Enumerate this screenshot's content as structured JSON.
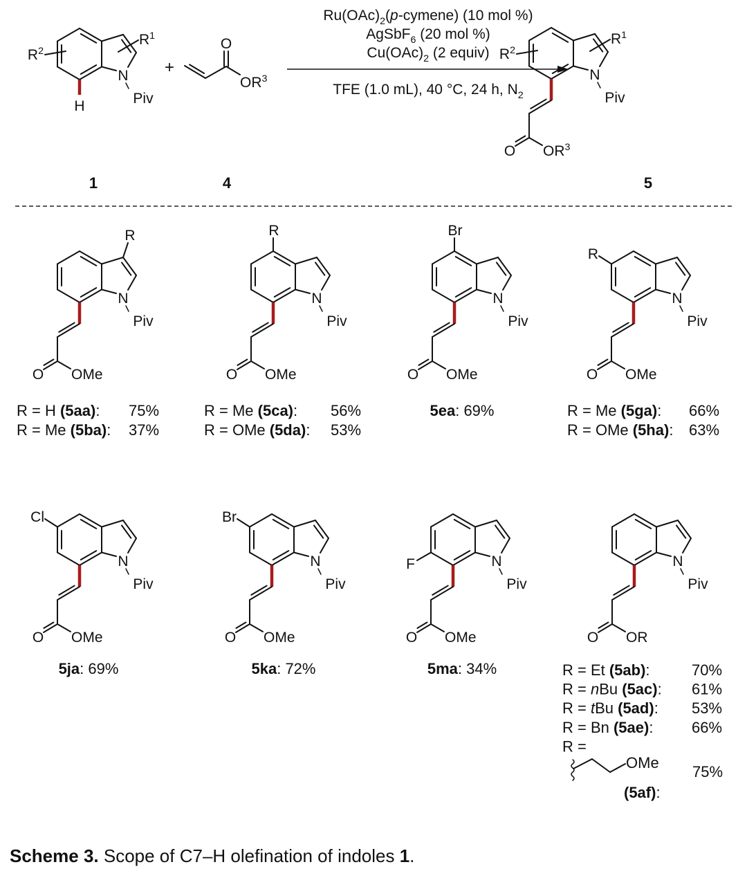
{
  "reaction": {
    "reactant1": {
      "label": "1",
      "r2": [
        [
          "R",
          ""
        ],
        [
          "2",
          "sup"
        ]
      ],
      "r1": [
        [
          "R",
          ""
        ],
        [
          "1",
          "sup"
        ]
      ],
      "h": "H",
      "n": "N",
      "piv": "Piv"
    },
    "plus": "+",
    "reactant4": {
      "label": "4",
      "o": "O",
      "or": [
        [
          "OR",
          ""
        ],
        [
          "3",
          "sup"
        ]
      ]
    },
    "conditions_above": [
      [
        [
          "Ru(OAc)",
          ""
        ],
        [
          "2",
          "sub"
        ],
        [
          "(",
          ""
        ],
        [
          "p",
          "i"
        ],
        [
          "-cymene) (10 mol %)",
          ""
        ]
      ],
      [
        [
          "AgSbF",
          ""
        ],
        [
          "6",
          "sub"
        ],
        [
          " (20 mol %)",
          ""
        ]
      ],
      [
        [
          "Cu(OAc)",
          ""
        ],
        [
          "2",
          "sub"
        ],
        [
          " (2 equiv)",
          ""
        ]
      ]
    ],
    "conditions_below": [
      [
        [
          "TFE (1.0 mL), 40 °C, 24 h, N",
          ""
        ],
        [
          "2",
          "sub"
        ]
      ]
    ],
    "product": {
      "label": "5",
      "r2": [
        [
          "R",
          ""
        ],
        [
          "2",
          "sup"
        ]
      ],
      "r1": [
        [
          "R",
          ""
        ],
        [
          "1",
          "sup"
        ]
      ],
      "n": "N",
      "piv": "Piv",
      "o": "O",
      "or": [
        [
          "OR",
          ""
        ],
        [
          "3",
          "sup"
        ]
      ]
    }
  },
  "highlight_color": "#a81c1c",
  "products": [
    {
      "sub": {
        "site": "C3",
        "text": "R"
      },
      "n": "N",
      "piv": "Piv",
      "o": "O",
      "ester": "OMe",
      "yields": [
        {
          "label": [
            [
              "R = H ",
              ""
            ],
            [
              "(5aa)",
              "b"
            ],
            [
              ":",
              ""
            ]
          ],
          "value": "75%"
        },
        {
          "label": [
            [
              "R = Me ",
              ""
            ],
            [
              "(5ba)",
              "b"
            ],
            [
              ":",
              ""
            ]
          ],
          "value": "37%"
        }
      ]
    },
    {
      "sub": {
        "site": "C4",
        "text": "R"
      },
      "n": "N",
      "piv": "Piv",
      "o": "O",
      "ester": "OMe",
      "yields": [
        {
          "label": [
            [
              "R = Me ",
              ""
            ],
            [
              "(5ca)",
              "b"
            ],
            [
              ":",
              ""
            ]
          ],
          "value": "56%"
        },
        {
          "label": [
            [
              "R = OMe ",
              ""
            ],
            [
              "(5da)",
              "b"
            ],
            [
              ":",
              ""
            ]
          ],
          "value": "53%"
        }
      ]
    },
    {
      "sub": {
        "site": "C4",
        "text": "Br"
      },
      "n": "N",
      "piv": "Piv",
      "o": "O",
      "ester": "OMe",
      "yields": [
        {
          "label": [
            [
              "5ea",
              "b"
            ],
            [
              ": 69%",
              ""
            ]
          ]
        }
      ]
    },
    {
      "sub": {
        "site": "C5",
        "text": "R"
      },
      "n": "N",
      "piv": "Piv",
      "o": "O",
      "ester": "OMe",
      "yields": [
        {
          "label": [
            [
              "R = Me ",
              ""
            ],
            [
              "(5ga)",
              "b"
            ],
            [
              ":",
              ""
            ]
          ],
          "value": "66%"
        },
        {
          "label": [
            [
              "R = OMe ",
              ""
            ],
            [
              "(5ha)",
              "b"
            ],
            [
              ":",
              ""
            ]
          ],
          "value": "63%"
        }
      ]
    },
    {
      "sub": {
        "site": "C5",
        "text": "Cl"
      },
      "n": "N",
      "piv": "Piv",
      "o": "O",
      "ester": "OMe",
      "yields": [
        {
          "label": [
            [
              "5ja",
              "b"
            ],
            [
              ": 69%",
              ""
            ]
          ]
        }
      ]
    },
    {
      "sub": {
        "site": "C5",
        "text": "Br"
      },
      "n": "N",
      "piv": "Piv",
      "o": "O",
      "ester": "OMe",
      "yields": [
        {
          "label": [
            [
              "5ka",
              "b"
            ],
            [
              ": 72%",
              ""
            ]
          ]
        }
      ]
    },
    {
      "sub": {
        "site": "C6",
        "text": "F"
      },
      "n": "N",
      "piv": "Piv",
      "o": "O",
      "ester": "OMe",
      "yields": [
        {
          "label": [
            [
              "5ma",
              "b"
            ],
            [
              ": 34%",
              ""
            ]
          ]
        }
      ]
    },
    {
      "sub": null,
      "n": "N",
      "piv": "Piv",
      "o": "O",
      "ester": "OR",
      "yields": [
        {
          "label": [
            [
              "R = Et ",
              ""
            ],
            [
              "(5ab)",
              "b"
            ],
            [
              ":",
              ""
            ]
          ],
          "value": "70%"
        },
        {
          "label": [
            [
              "R = ",
              ""
            ],
            [
              "n",
              "i"
            ],
            [
              "Bu ",
              ""
            ],
            [
              "(5ac)",
              "b"
            ],
            [
              ":",
              ""
            ]
          ],
          "value": "61%"
        },
        {
          "label": [
            [
              "R = ",
              ""
            ],
            [
              "t",
              "i"
            ],
            [
              "Bu ",
              ""
            ],
            [
              "(5ad)",
              "b"
            ],
            [
              ":",
              ""
            ]
          ],
          "value": "53%"
        },
        {
          "label": [
            [
              "R = Bn ",
              ""
            ],
            [
              "(5ae)",
              "b"
            ],
            [
              ":",
              ""
            ]
          ],
          "value": "66%"
        },
        {
          "label": [
            [
              "R =",
              ""
            ]
          ]
        }
      ],
      "extra": {
        "group": "OMe",
        "value": "75%",
        "code": [
          [
            "(5af)",
            "b"
          ],
          [
            ":",
            ""
          ]
        ]
      }
    }
  ],
  "caption": [
    [
      "Scheme 3.",
      "b"
    ],
    [
      " Scope of C7–H olefination of indoles ",
      ""
    ],
    [
      "1",
      "b"
    ],
    [
      ".",
      ""
    ]
  ]
}
